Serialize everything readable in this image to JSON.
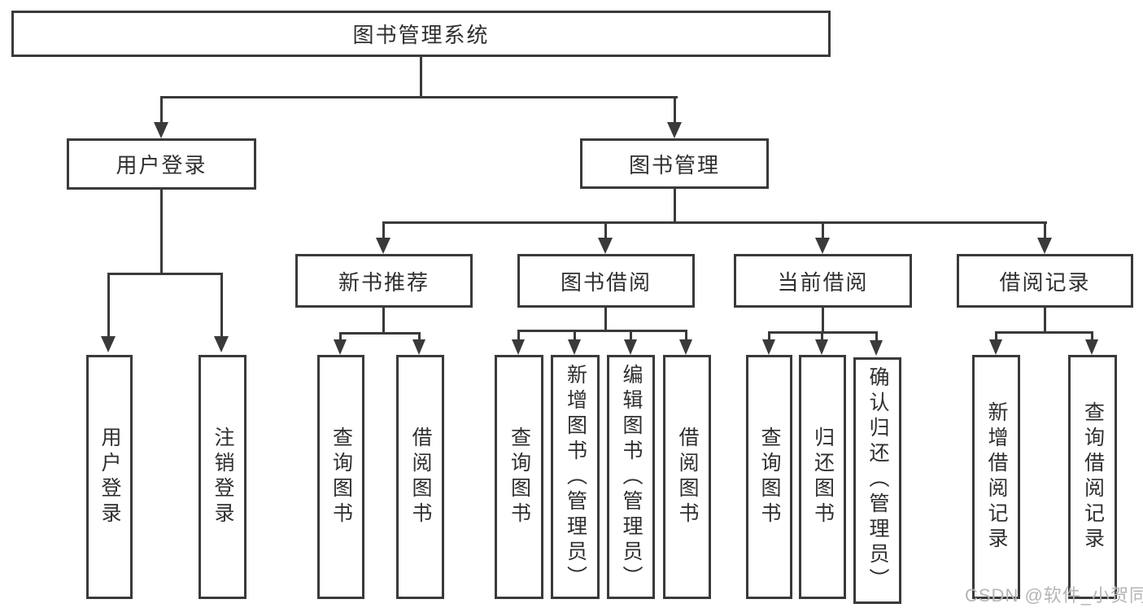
{
  "diagram": {
    "title": "图书管理系统",
    "tree": {
      "root": {
        "label": "图书管理系统"
      },
      "level2": [
        {
          "label": "用户登录"
        },
        {
          "label": "图书管理"
        }
      ],
      "level3": [
        {
          "label": "新书推荐"
        },
        {
          "label": "图书借阅"
        },
        {
          "label": "当前借阅"
        },
        {
          "label": "借阅记录"
        }
      ],
      "leaves": {
        "user": [
          "用户登录",
          "注销登录"
        ],
        "recommend": [
          "查询图书",
          "借阅图书"
        ],
        "borrow": [
          "查询图书",
          "新增图书（管理员）",
          "编辑图书（管理员）",
          "借阅图书"
        ],
        "current": [
          "查询图书",
          "归还图书",
          "确认归还（管理员）"
        ],
        "records": [
          "新增借阅记录",
          "查询借阅记录"
        ]
      }
    },
    "watermark": "CSDN @软件_小贺同学",
    "colors": {
      "line": "#3a3a3a",
      "text": "#2f2f2f",
      "watermark": "#b5b5b5",
      "background": "#ffffff"
    }
  }
}
